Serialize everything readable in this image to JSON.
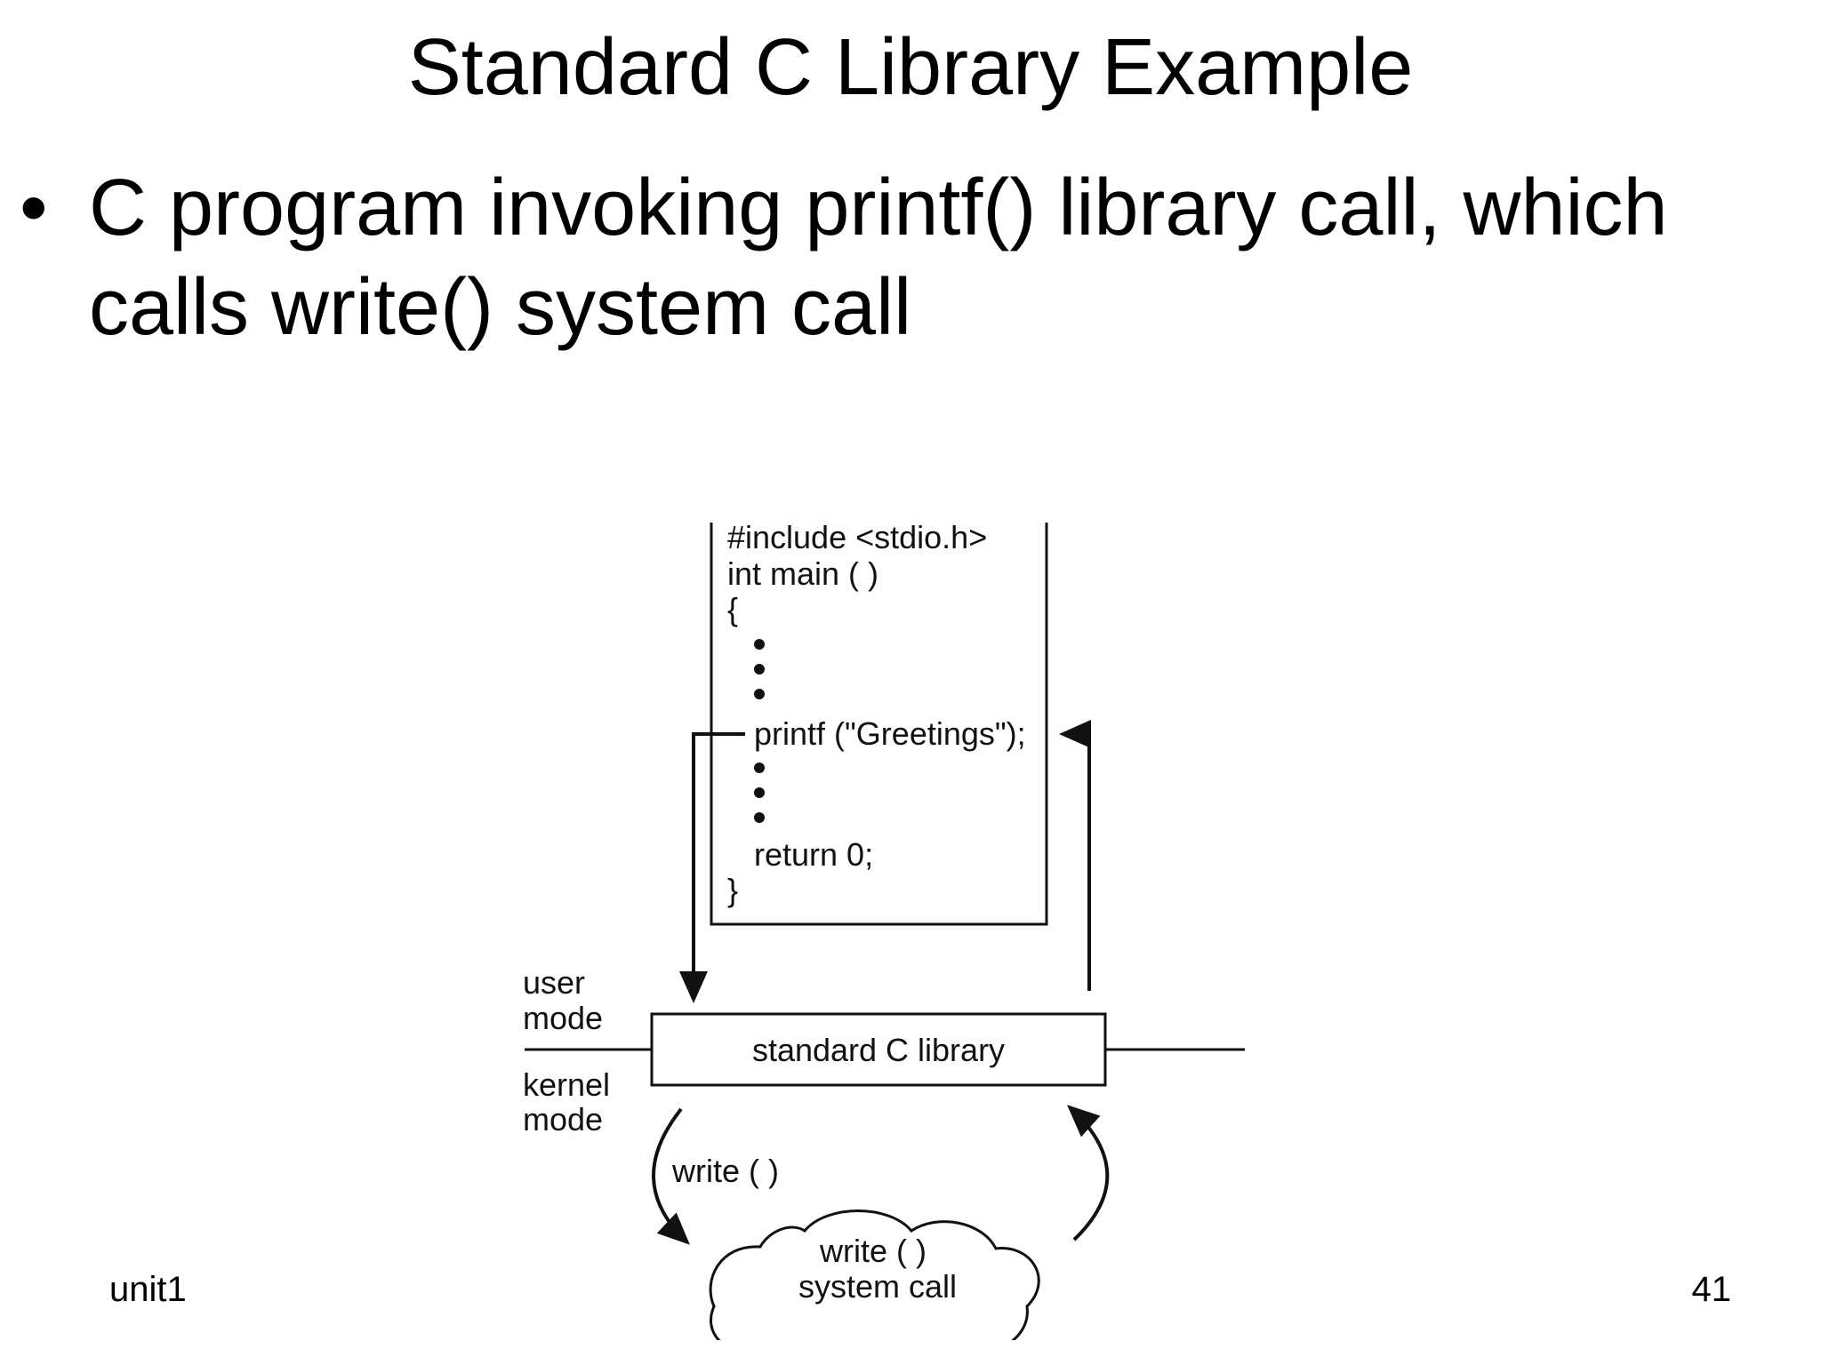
{
  "slide": {
    "title": "Standard C Library Example",
    "bullet": {
      "line1": "C program invoking printf() library call, which",
      "line2": "calls write() system call"
    }
  },
  "diagram": {
    "code_lines": [
      "#include <stdio.h>",
      "int main ( )",
      "{",
      "printf (\"Greetings\");",
      "return 0;",
      "}"
    ],
    "user_mode": [
      "user",
      "mode"
    ],
    "kernel_mode": [
      "kernel",
      "mode"
    ],
    "library_label": "standard C library",
    "write_label": "write ( )",
    "cloud_label": [
      "write ( )",
      "system call"
    ]
  },
  "footer": {
    "left": "unit1",
    "page_number": "41"
  }
}
